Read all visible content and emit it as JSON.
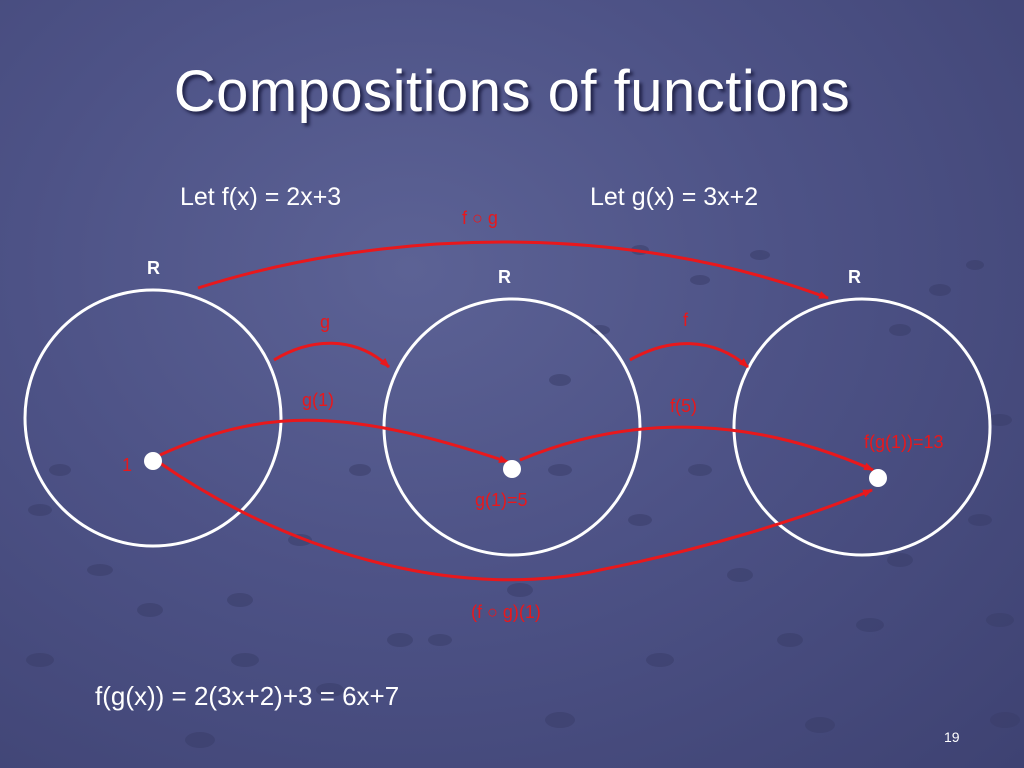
{
  "slide": {
    "title": "Compositions of functions",
    "definitions": {
      "f": "Let f(x) = 2x+3",
      "g": "Let g(x) = 3x+2"
    },
    "sets": [
      "R",
      "R",
      "R"
    ],
    "arrow_labels": {
      "composition_top": "f ○ g",
      "g": "g",
      "f": "f",
      "g_of_1": "g(1)",
      "f_of_5": "f(5)",
      "composition_bottom": "(f ○ g)(1)"
    },
    "point_labels": {
      "input": "1",
      "middle": "g(1)=5",
      "output": "f(g(1))=13"
    },
    "formula": "f(g(x)) = 2(3x+2)+3 = 6x+7",
    "slide_number": "19"
  },
  "colors": {
    "background": "#4d5286",
    "text": "#ffffff",
    "arrow": "#e8181c"
  }
}
